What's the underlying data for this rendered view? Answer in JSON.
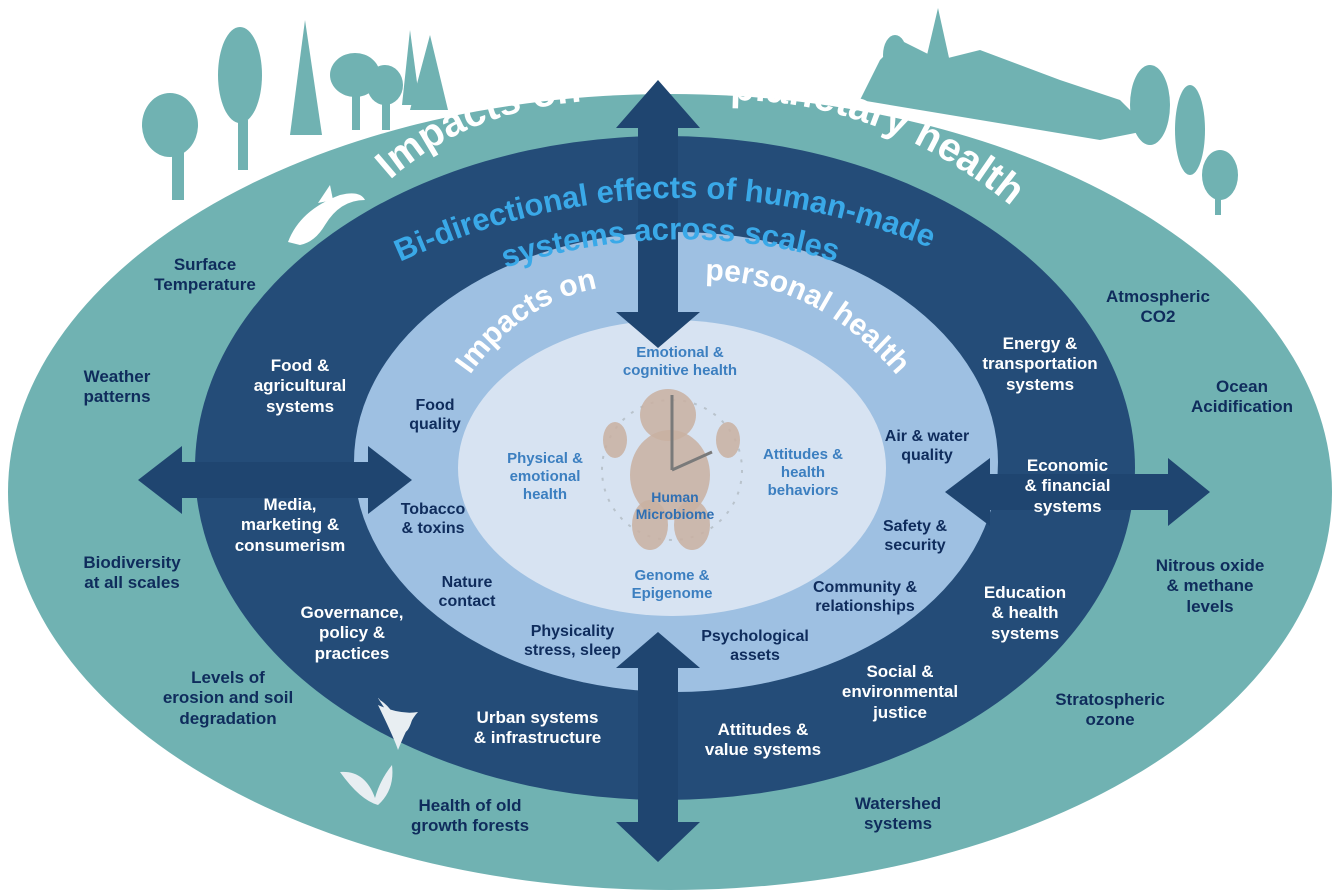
{
  "titles": {
    "planetary_left": "Impacts on",
    "planetary_right": "planetary health",
    "bidirectional_1": "Bi-directional effects of human-made",
    "bidirectional_2": "systems across scales",
    "personal_left": "Impacts on",
    "personal_right": "personal health"
  },
  "planetary_factors": {
    "surface_temperature": "Surface\nTemperature",
    "weather_patterns": "Weather\npatterns",
    "biodiversity": "Biodiversity\nat all scales",
    "erosion": "Levels of\nerosion and soil\ndegradation",
    "old_growth": "Health of old\ngrowth forests",
    "watershed": "Watershed\nsystems",
    "stratospheric_ozone": "Stratospheric\nozone",
    "nitrous_oxide": "Nitrous oxide\n& methane\nlevels",
    "ocean_acidification": "Ocean\nAcidification",
    "atmospheric_co2": "Atmospheric\nCO2"
  },
  "human_systems": {
    "food_agri": "Food  &\nagricultural\nsystems",
    "media": "Media,\nmarketing &\nconsumerism",
    "governance": "Governance,\npolicy &\npractices",
    "urban": "Urban systems\n& infrastructure",
    "attitudes_values": "Attitudes &\nvalue  systems",
    "social_justice": "Social &\nenvironmental\njustice",
    "education_health": "Education\n& health\nsystems",
    "economic": "Economic\n& financial\nsystems",
    "energy_transport": "Energy &\ntransportation\nsystems"
  },
  "personal_factors": {
    "food_quality": "Food\nquality",
    "tobacco": "Tobacco\n& toxins",
    "nature": "Nature\ncontact",
    "physicality": "Physicality\nstress, sleep",
    "psych_assets": "Psychological\nassets",
    "community": "Community &\nrelationships",
    "safety": "Safety &\nsecurity",
    "air_water": "Air & water\nquality"
  },
  "core": {
    "emotional_cognitive": "Emotional &\ncognitive health",
    "physical_emotional": "Physical &\nemotional\nhealth",
    "attitudes_behaviors": "Attitudes &\nhealth\nbehaviors",
    "genome": "Genome &\nEpigenome",
    "microbiome": "Human\nMicrobiome"
  },
  "colors": {
    "outer_ring": "#70b2b2",
    "middle_ring": "#244c78",
    "inner_ring": "#9ec0e2",
    "core": "#d7e3f2",
    "arrow": "#1f4570",
    "bidirectional_text": "#3aa9e8",
    "outer_text": "#0f2c5c"
  }
}
